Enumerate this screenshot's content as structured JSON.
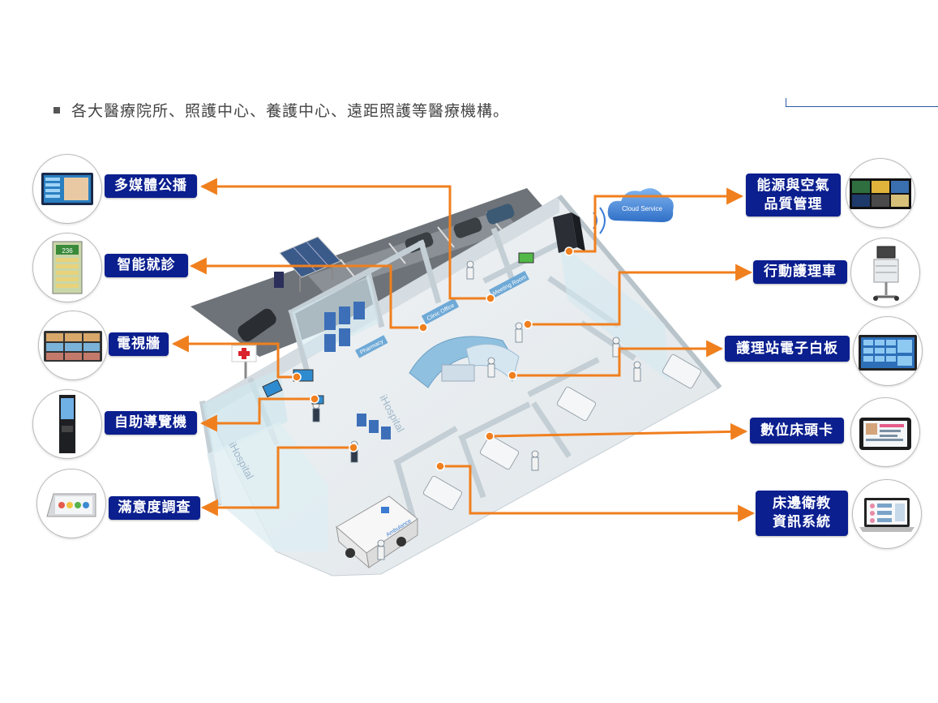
{
  "header": {
    "bullet_text": "各大醫療院所、照護中心、養護中心、遠距照護等醫療機構。"
  },
  "labels": {
    "multimedia": "多媒體公播",
    "smart_clinic": "智能就診",
    "video_wall": "電視牆",
    "kiosk": "自助導覽機",
    "survey": "滿意度調查",
    "energy_line1": "能源與空氣",
    "energy_line2": "品質管理",
    "mobile_cart": "行動護理車",
    "whiteboard": "護理站電子白板",
    "bedside_card": "數位床頭卡",
    "bedside_edu_line1": "床邊衛教",
    "bedside_edu_line2": "資訊系統"
  },
  "building": {
    "cloud": "Cloud Service",
    "hospital_sign": "iHospital",
    "ambulance": "Ambulance",
    "meeting_room": "Meeting Room",
    "clinic_office": "Clinic Office",
    "pharmacy": "Pharmacy",
    "kiosk_screen": "236"
  },
  "colors": {
    "label_bg": "#0b1f8f",
    "connector": "#f07f1e",
    "floor": "#e6ebee",
    "wall": "#c9d3da"
  }
}
